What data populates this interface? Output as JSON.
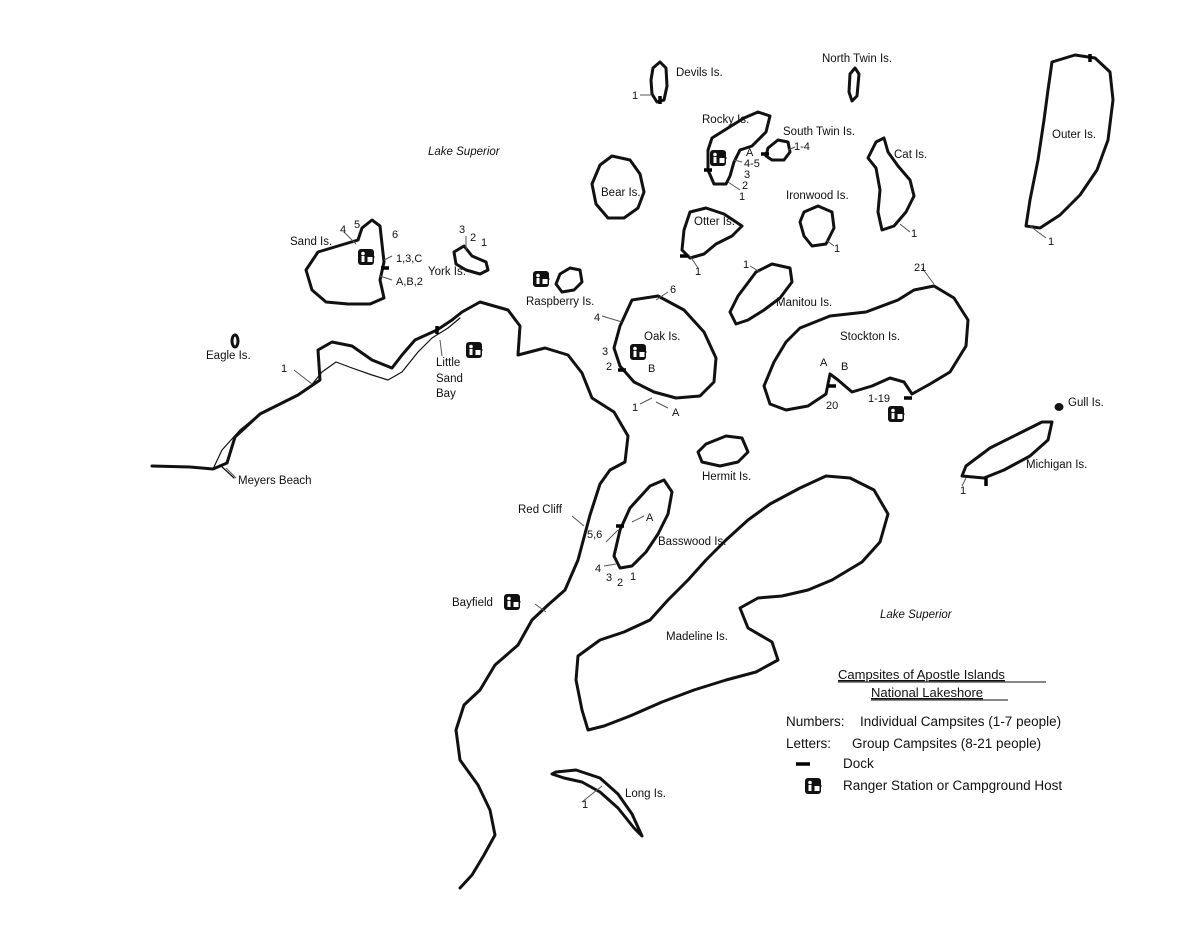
{
  "water_labels": [
    "Lake Superior",
    "Lake Superior"
  ],
  "places": {
    "devils": "Devils Is.",
    "north_twin": "North Twin Is.",
    "outer": "Outer Is.",
    "rocky": "Rocky Is.",
    "south_twin": "South Twin Is.",
    "cat": "Cat Is.",
    "bear": "Bear Is.",
    "ironwood": "Ironwood Is.",
    "otter": "Otter Is.",
    "sand": "Sand Is.",
    "york": "York Is.",
    "raspberry": "Raspberry Is.",
    "manitou": "Manitou Is.",
    "oak": "Oak Is.",
    "stockton": "Stockton Is.",
    "eagle": "Eagle Is.",
    "little_sand_bay_1": "Little",
    "little_sand_bay_2": "Sand",
    "little_sand_bay_3": "Bay",
    "gull": "Gull Is.",
    "hermit": "Hermit Is.",
    "michigan": "Michigan Is.",
    "meyers_beach": "Meyers Beach",
    "red_cliff": "Red Cliff",
    "basswood": "Basswood Is.",
    "bayfield": "Bayfield",
    "madeline": "Madeline Is.",
    "long": "Long Is."
  },
  "campsites": {
    "devils": "1",
    "rocky_a": "A",
    "rocky_45": "4-5",
    "rocky_3": "3",
    "rocky_2": "2",
    "rocky_1": "1",
    "south_twin": "1-4",
    "outer": "1",
    "cat": "1",
    "ironwood": "1",
    "otter": "1",
    "sand_4": "4",
    "sand_5": "5",
    "sand_6": "6",
    "sand_13c": "1,3,C",
    "sand_ab2": "A,B,2",
    "york_3": "3",
    "york_2": "2",
    "york_1": "1",
    "manitou": "1",
    "oak_6": "6",
    "oak_4": "4",
    "oak_3": "3",
    "oak_2": "2",
    "oak_b": "B",
    "oak_1": "1",
    "oak_a": "A",
    "stockton_21": "21",
    "stockton_a": "A",
    "stockton_b": "B",
    "stockton_20": "20",
    "stockton_119": "1-19",
    "mainland_1": "1",
    "michigan": "1",
    "basswood_a": "A",
    "basswood_56": "5,6",
    "basswood_4": "4",
    "basswood_3": "3",
    "basswood_2": "2",
    "basswood_1": "1",
    "long": "1"
  },
  "legend": {
    "title_line1": "Campsites of Apostle Islands",
    "title_line2": "National Lakeshore",
    "numbers_label": "Numbers:",
    "numbers_text": "Individual Campsites (1-7 people)",
    "letters_label": "Letters:",
    "letters_text": "Group Campsites (8-21 people)",
    "dock_text": "Dock",
    "ranger_text": "Ranger Station or Campground Host"
  }
}
